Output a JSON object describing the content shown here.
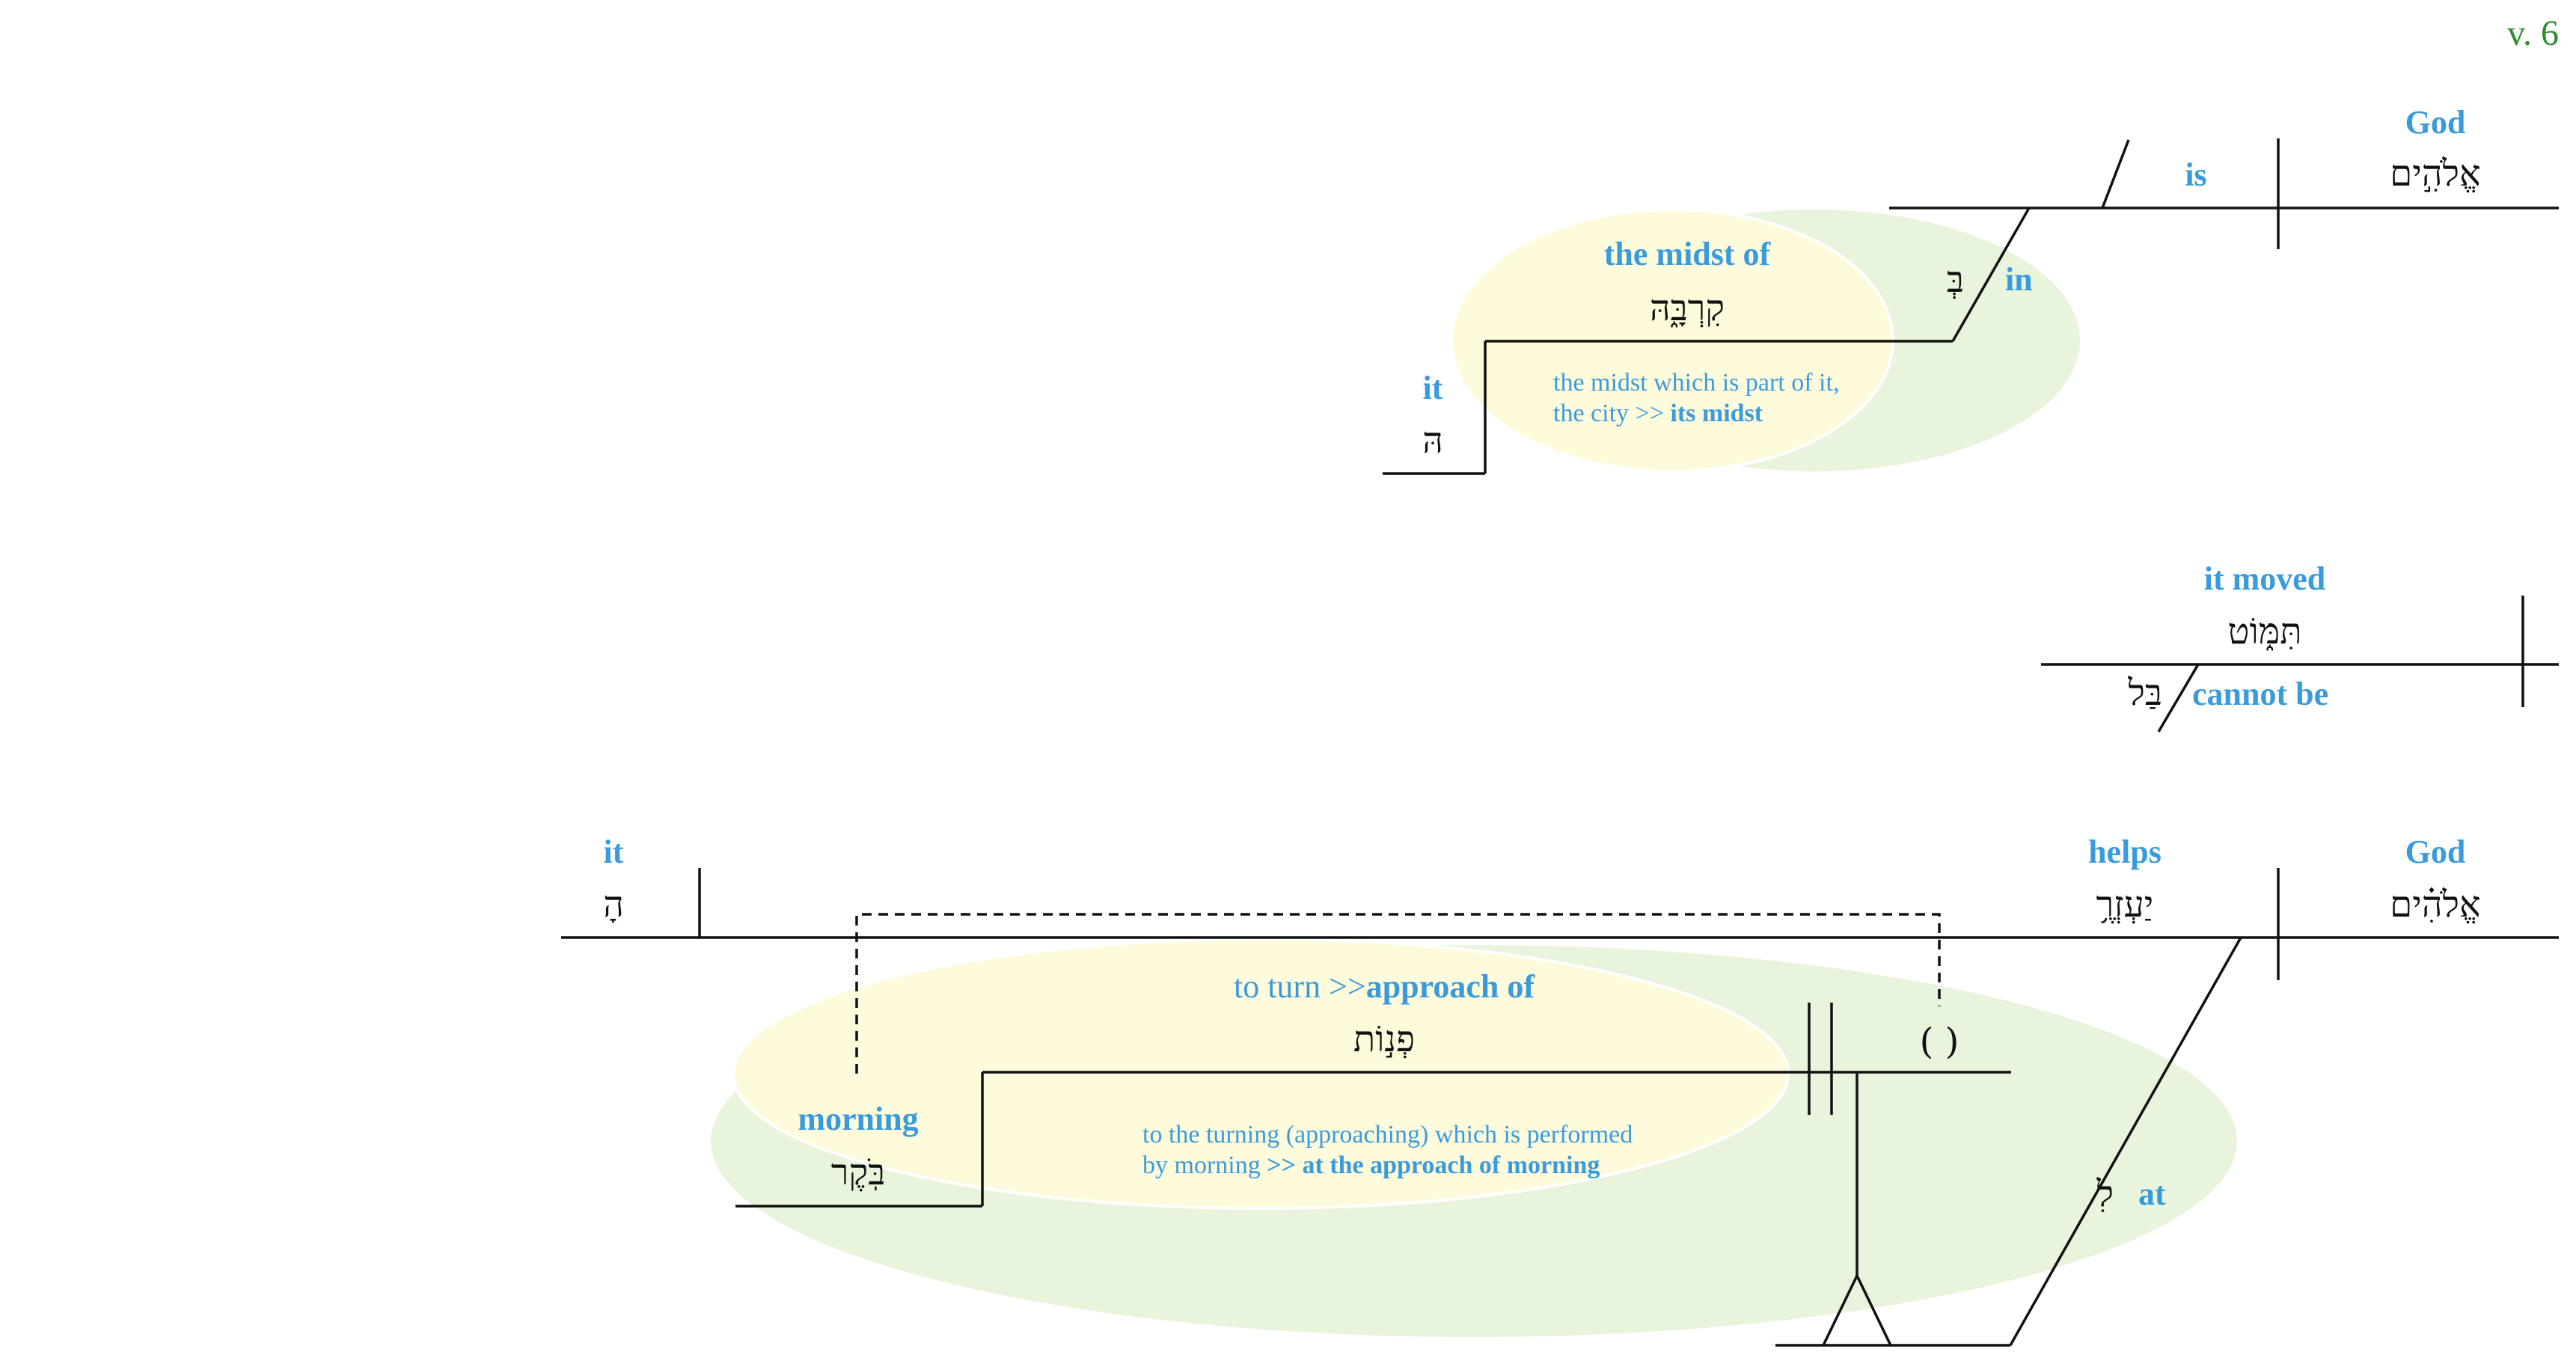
{
  "verse": "v. 6",
  "clause1": {
    "subject": {
      "gloss": "God",
      "hebrew": "אֱלֹהִ֣ים"
    },
    "verb": {
      "gloss": "is"
    },
    "prep": {
      "gloss": "in",
      "hebrew": "בְּ"
    },
    "object": {
      "gloss": "the midst of",
      "hebrew": "קִרְבָּ֑הּ"
    },
    "possessor": {
      "gloss": "it",
      "hebrew": "הּ"
    },
    "note": {
      "line1": "the midst which is part of it,",
      "line2_plain": "the city >> ",
      "line2_bold": "its midst"
    }
  },
  "clause2": {
    "verb": {
      "gloss": "it moved",
      "hebrew": "תִּמּ֑וֹט"
    },
    "negation": {
      "gloss": "cannot be",
      "hebrew": "בַּל"
    }
  },
  "clause3": {
    "subject": {
      "gloss": "God",
      "hebrew": "אֱלֹהִ֗ים"
    },
    "verb": {
      "gloss": "helps",
      "hebrew": "יַעְזְרֶ֥"
    },
    "object": {
      "gloss": "it",
      "hebrew": "הָ"
    },
    "prep": {
      "gloss": "at",
      "hebrew": "לִ"
    },
    "infinitive": {
      "gloss_plain": "to turn >>",
      "gloss_bold": "approach of",
      "hebrew": "פְנ֣וֹת"
    },
    "implied": "( )",
    "agent": {
      "gloss": "morning",
      "hebrew": "בֹּֽקֶר"
    },
    "note": {
      "line1": "to the turning (approaching) which is performed",
      "line2_plain": "by morning ",
      "line2_bold": ">> at the approach of morning"
    }
  },
  "colors": {
    "gloss": "#3a9bdc",
    "verse": "#2e8b2e",
    "ellipse_green": "#e8f4dc",
    "ellipse_yellow": "#fefbdc"
  }
}
